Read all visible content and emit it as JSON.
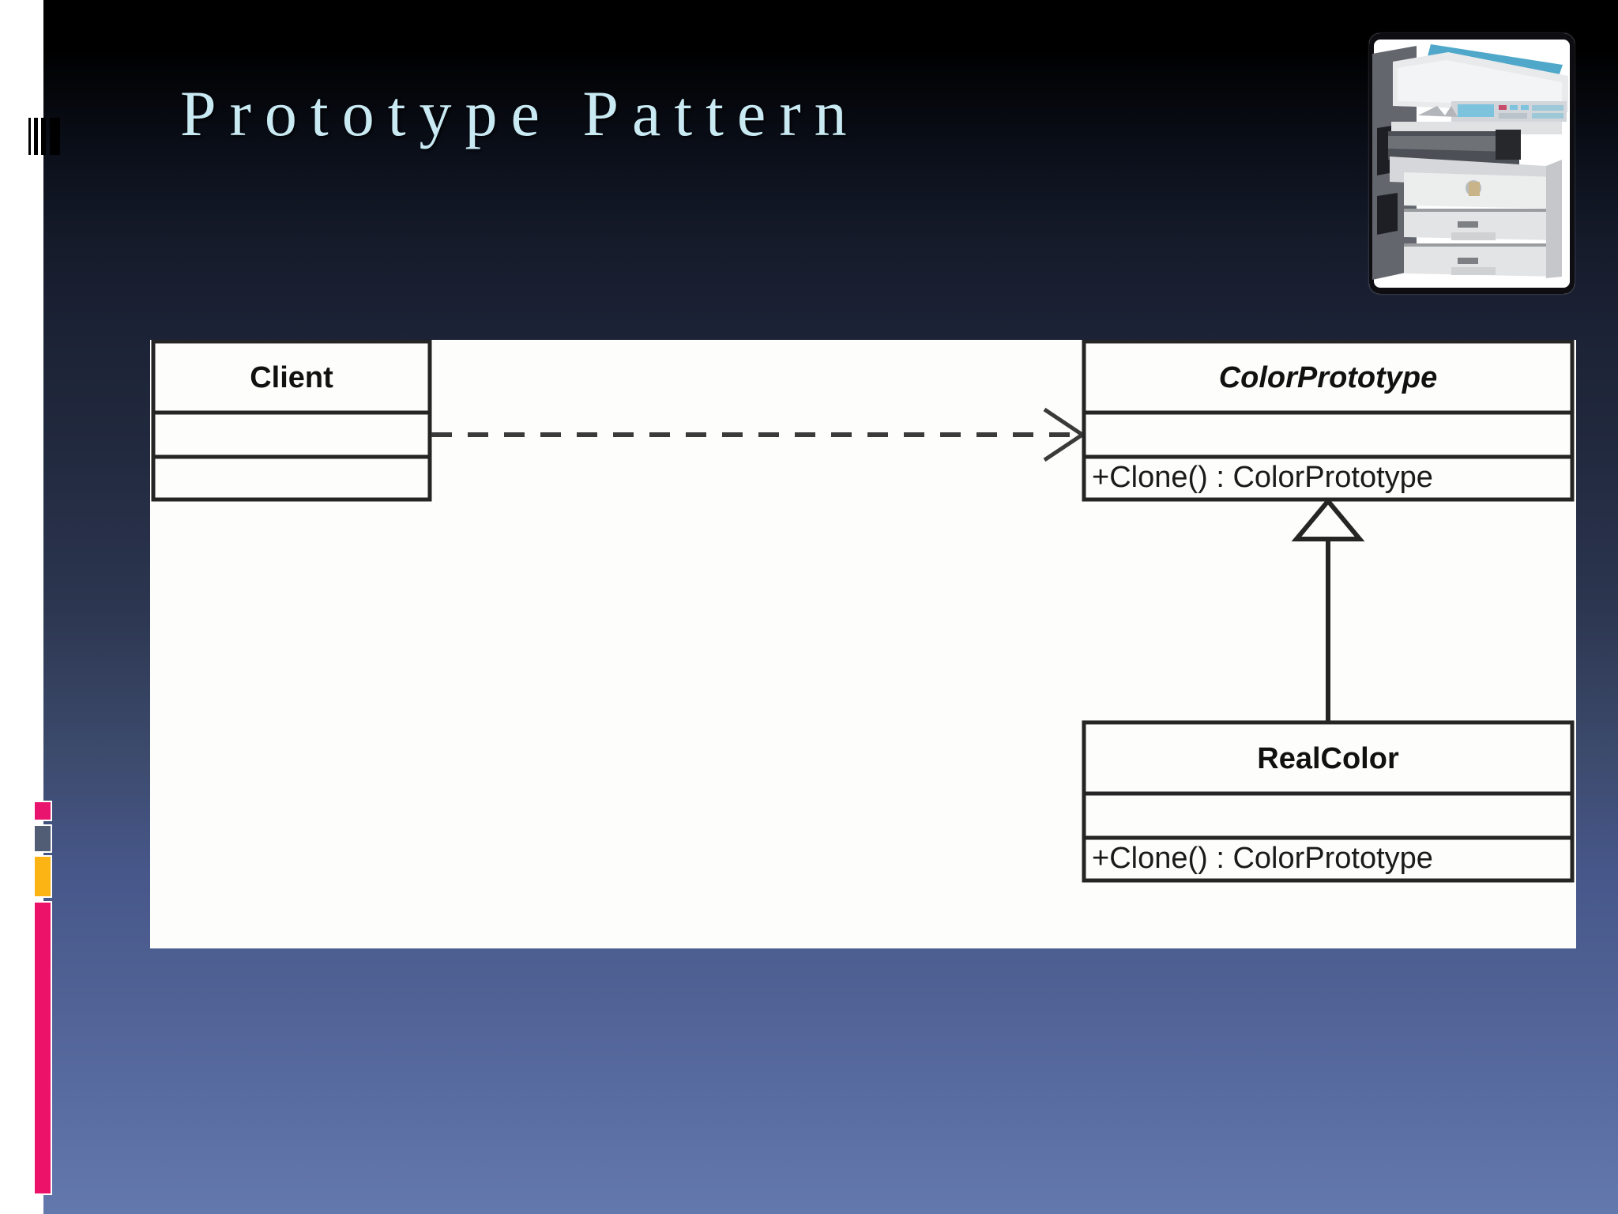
{
  "slide": {
    "title": "Prototype Pattern",
    "title_color": "#c9eaf3",
    "background_top_color": "#000000",
    "background_bottom_color": "#6378ad"
  },
  "decor": {
    "left_strip_color": "#ffffff",
    "bar_ornament_color": "#000000",
    "accents": [
      {
        "name": "pink-small",
        "color": "#e8146e"
      },
      {
        "name": "slate",
        "color": "#515c75"
      },
      {
        "name": "amber",
        "color": "#fcb415"
      },
      {
        "name": "pink-long",
        "color": "#ed1269"
      }
    ]
  },
  "image": {
    "name": "photocopier-photo",
    "alt": "Photocopier / multifunction printer"
  },
  "diagram": {
    "type": "uml-class-diagram",
    "panel_background": "#fdfdfb",
    "classes": [
      {
        "id": "client",
        "name": "Client",
        "abstract": false,
        "attributes": [],
        "operations": []
      },
      {
        "id": "colorprototype",
        "name": "ColorPrototype",
        "abstract": true,
        "attributes": [],
        "operations": [
          "+Clone() : ColorPrototype"
        ]
      },
      {
        "id": "realcolor",
        "name": "RealColor",
        "abstract": false,
        "attributes": [],
        "operations": [
          "+Clone() : ColorPrototype"
        ]
      }
    ],
    "relationships": [
      {
        "id": "dependency",
        "kind": "dependency",
        "style": "dashed-open-arrow",
        "from": "Client",
        "to": "ColorPrototype"
      },
      {
        "id": "generalization",
        "kind": "generalization",
        "style": "solid-hollow-triangle",
        "from": "RealColor",
        "to": "ColorPrototype"
      }
    ]
  }
}
